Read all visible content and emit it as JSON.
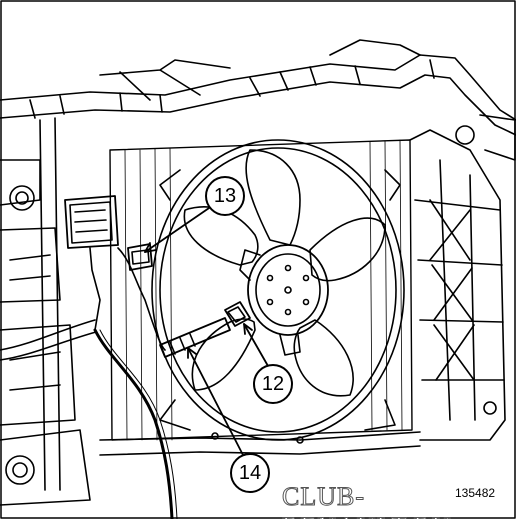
{
  "callouts": {
    "c13": "13",
    "c12": "12",
    "c14": "14"
  },
  "figure_reference": "135482",
  "watermark": "CLUB-RENAULT.RU"
}
